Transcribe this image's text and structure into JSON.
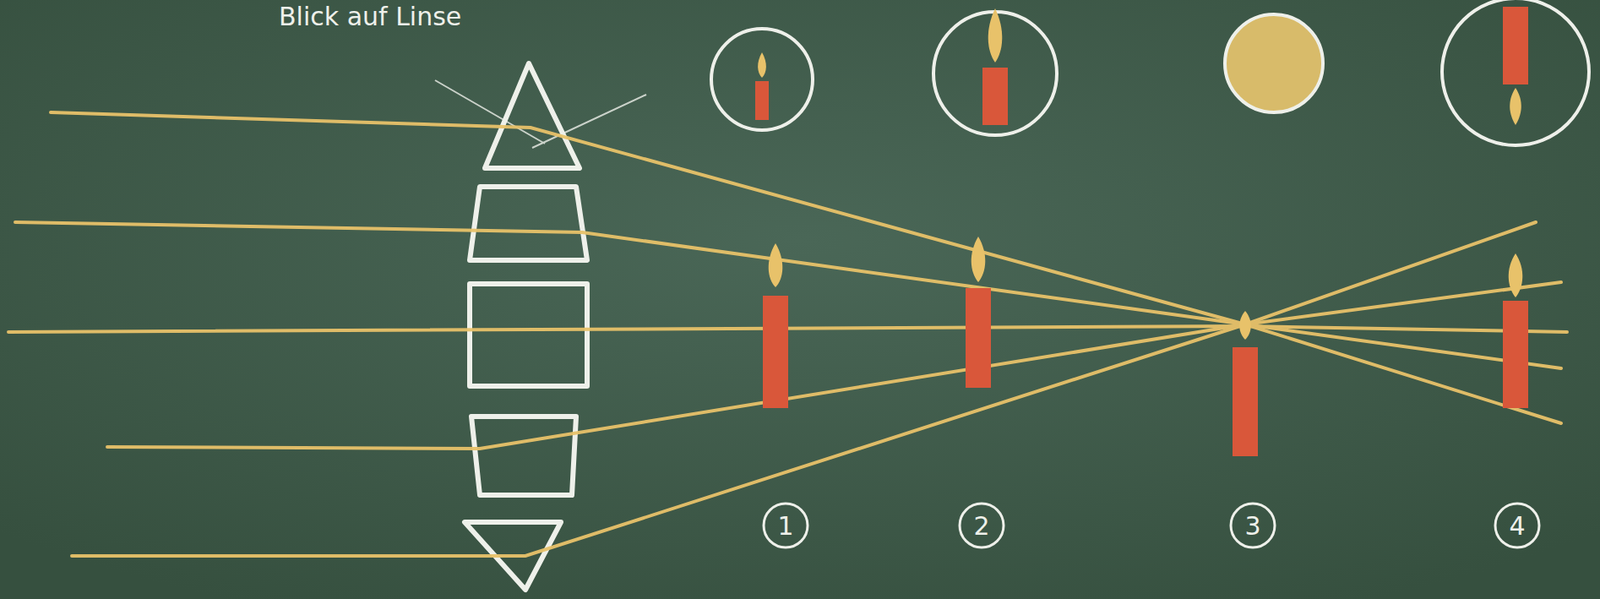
{
  "diagram": {
    "nodes": [
      {
        "text": [
          "1"
        ]
      },
      {
        "text": [
          "2"
        ]
      },
      {
        "text": [
          "3"
        ]
      },
      {
        "text": [
          "4"
        ]
      }
    ],
    "labels": [
      "Blick auf Linse"
    ]
  }
}
